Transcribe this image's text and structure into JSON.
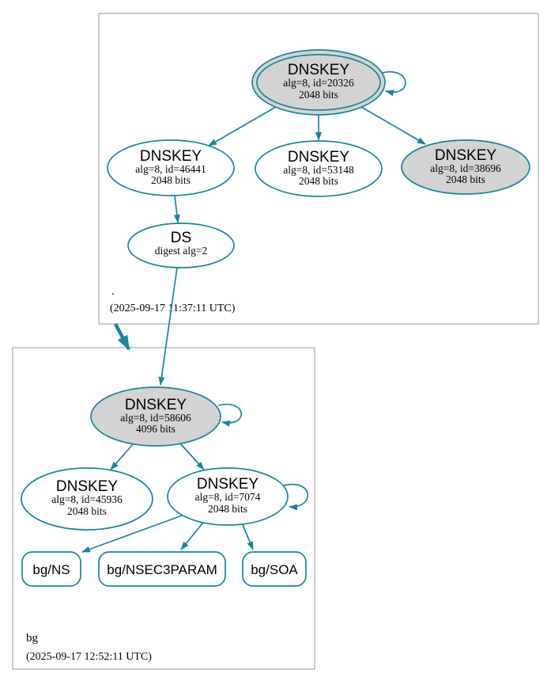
{
  "diagram": {
    "type": "dnssec-authentication-chain-graph",
    "colors": {
      "edge_teal": "#15869c",
      "node_gray_fill": "#d3d3d3",
      "node_white_fill": "#ffffff",
      "cluster_border": "#999999",
      "text": "#000000"
    },
    "zones": {
      "root": {
        "label": ".",
        "timestamp": "(2025-09-17 11:37:11 UTC)"
      },
      "bg": {
        "label": "bg",
        "timestamp": "(2025-09-17 12:52:11 UTC)"
      }
    },
    "nodes": {
      "root_ksk": {
        "title": "DNSKEY",
        "detail1": "alg=8, id=20326",
        "detail2": "2048 bits"
      },
      "root_key_46441": {
        "title": "DNSKEY",
        "detail1": "alg=8, id=46441",
        "detail2": "2048 bits"
      },
      "root_key_53148": {
        "title": "DNSKEY",
        "detail1": "alg=8, id=53148",
        "detail2": "2048 bits"
      },
      "root_key_38696": {
        "title": "DNSKEY",
        "detail1": "alg=8, id=38696",
        "detail2": "2048 bits"
      },
      "ds": {
        "title": "DS",
        "detail1": "digest alg=2"
      },
      "bg_ksk": {
        "title": "DNSKEY",
        "detail1": "alg=8, id=58606",
        "detail2": "4096 bits"
      },
      "bg_key_45936": {
        "title": "DNSKEY",
        "detail1": "alg=8, id=45936",
        "detail2": "2048 bits"
      },
      "bg_key_7074": {
        "title": "DNSKEY",
        "detail1": "alg=8, id=7074",
        "detail2": "2048 bits"
      }
    },
    "rrsets": {
      "ns": {
        "label": "bg/NS"
      },
      "nsec3param": {
        "label": "bg/NSEC3PARAM"
      },
      "soa": {
        "label": "bg/SOA"
      }
    }
  }
}
